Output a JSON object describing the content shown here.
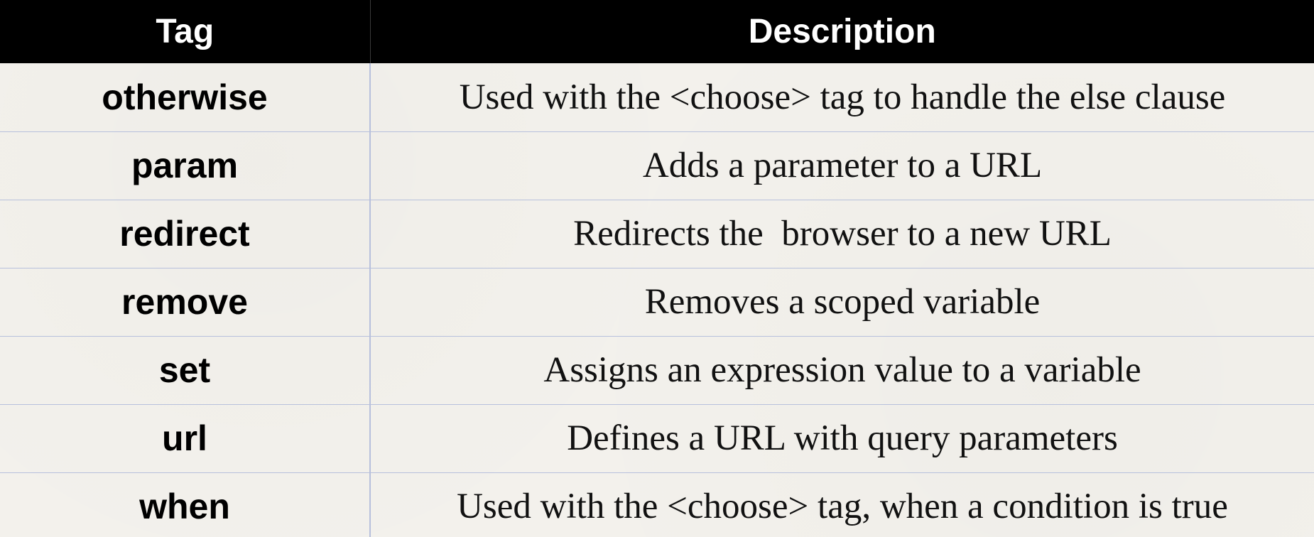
{
  "table": {
    "headers": [
      "Tag",
      "Description"
    ],
    "rows": [
      {
        "tag": "otherwise",
        "description": "Used with the <choose> tag to handle the else clause"
      },
      {
        "tag": "param",
        "description": "Adds a parameter to a URL"
      },
      {
        "tag": "redirect",
        "description": "Redirects the  browser to a new URL"
      },
      {
        "tag": "remove",
        "description": "Removes a scoped variable"
      },
      {
        "tag": "set",
        "description": "Assigns an expression value to a variable"
      },
      {
        "tag": "url",
        "description": "Defines a URL with query parameters"
      },
      {
        "tag": "when",
        "description": "Used with the <choose> tag, when a condition is true"
      }
    ]
  },
  "colors": {
    "header_background": "#000000",
    "header_text": "#ffffff",
    "row_background": "#f3f1ec",
    "grid_lines": "#b7c0dc"
  }
}
